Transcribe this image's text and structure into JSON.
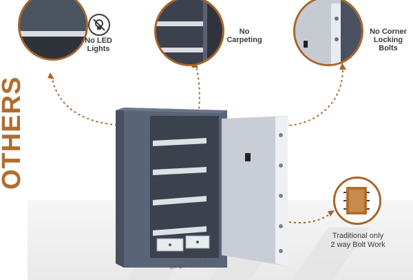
{
  "side_title": "OTHERS",
  "features": [
    {
      "label": "No LED\nLights",
      "icon": "no-led-icon"
    },
    {
      "label": "No\nCarpeting"
    },
    {
      "label": "No Corner\nLocking Bolts"
    },
    {
      "label": "Traditional  only\n2 way Bolt Work"
    }
  ],
  "caption": "Single Door Safe",
  "colors": {
    "accent": "#b06d2d",
    "safe_body": "#5a6478",
    "door": "#c9ced6"
  }
}
